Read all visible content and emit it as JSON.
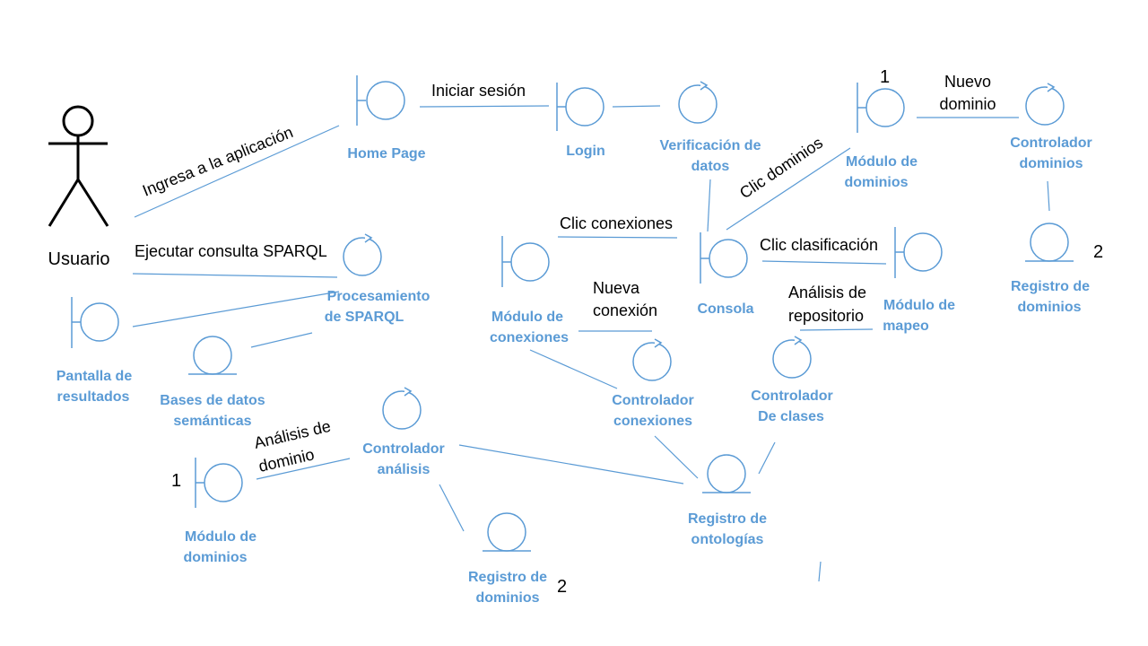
{
  "colors": {
    "element": "#5B9BD5",
    "text": "#000000",
    "actor": "#000000",
    "background": "#ffffff"
  },
  "actor": {
    "label": "Usuario"
  },
  "elements": {
    "home_page": "Home Page",
    "login": "Login",
    "verificacion_l1": "Verificación de",
    "verificacion_l2": "datos",
    "modulo_dominios_top_l1": "Módulo de",
    "modulo_dominios_top_l2": "dominios",
    "controlador_dominios_l1": "Controlador",
    "controlador_dominios_l2": "dominios",
    "registro_dominios_right_l1": "Registro de",
    "registro_dominios_right_l2": "dominios",
    "procesamiento_l1": "Procesamiento",
    "procesamiento_l2": "de SPARQL",
    "pantalla_l1": "Pantalla de",
    "pantalla_l2": "resultados",
    "bases_l1": "Bases de datos",
    "bases_l2": "semánticas",
    "modulo_conexiones_l1": "Módulo de",
    "modulo_conexiones_l2": "conexiones",
    "consola": "Consola",
    "modulo_mapeo_l1": "Módulo de",
    "modulo_mapeo_l2": "mapeo",
    "controlador_conexiones_l1": "Controlador",
    "controlador_conexiones_l2": "conexiones",
    "controlador_clases_l1": "Controlador",
    "controlador_clases_l2": "De clases",
    "controlador_analisis_l1": "Controlador",
    "controlador_analisis_l2": "análisis",
    "modulo_dominios_bottom_l1": "Módulo de",
    "modulo_dominios_bottom_l2": "dominios",
    "registro_dominios_bottom_l1": "Registro de",
    "registro_dominios_bottom_l2": "dominios",
    "registro_ontologias_l1": "Registro de",
    "registro_ontologias_l2": "ontologías"
  },
  "flows": {
    "ingresa": "Ingresa a la aplicación",
    "iniciar_sesion": "Iniciar sesión",
    "nuevo_dominio_l1": "Nuevo",
    "nuevo_dominio_l2": "dominio",
    "clic_dominios": "Clic dominios",
    "ejecutar_consulta": "Ejecutar consulta SPARQL",
    "clic_conexiones": "Clic conexiones",
    "clic_clasificacion": "Clic clasificación",
    "nueva_conexion_l1": "Nueva",
    "nueva_conexion_l2": "conexión",
    "analisis_repositorio_l1": "Análisis de",
    "analisis_repositorio_l2": "repositorio",
    "analisis_dominio_l1": "Análisis de",
    "analisis_dominio_l2": "dominio"
  },
  "markers": {
    "top_module": "1",
    "right_registry": "2",
    "bottom_module": "1",
    "bottom_registry": "2"
  }
}
